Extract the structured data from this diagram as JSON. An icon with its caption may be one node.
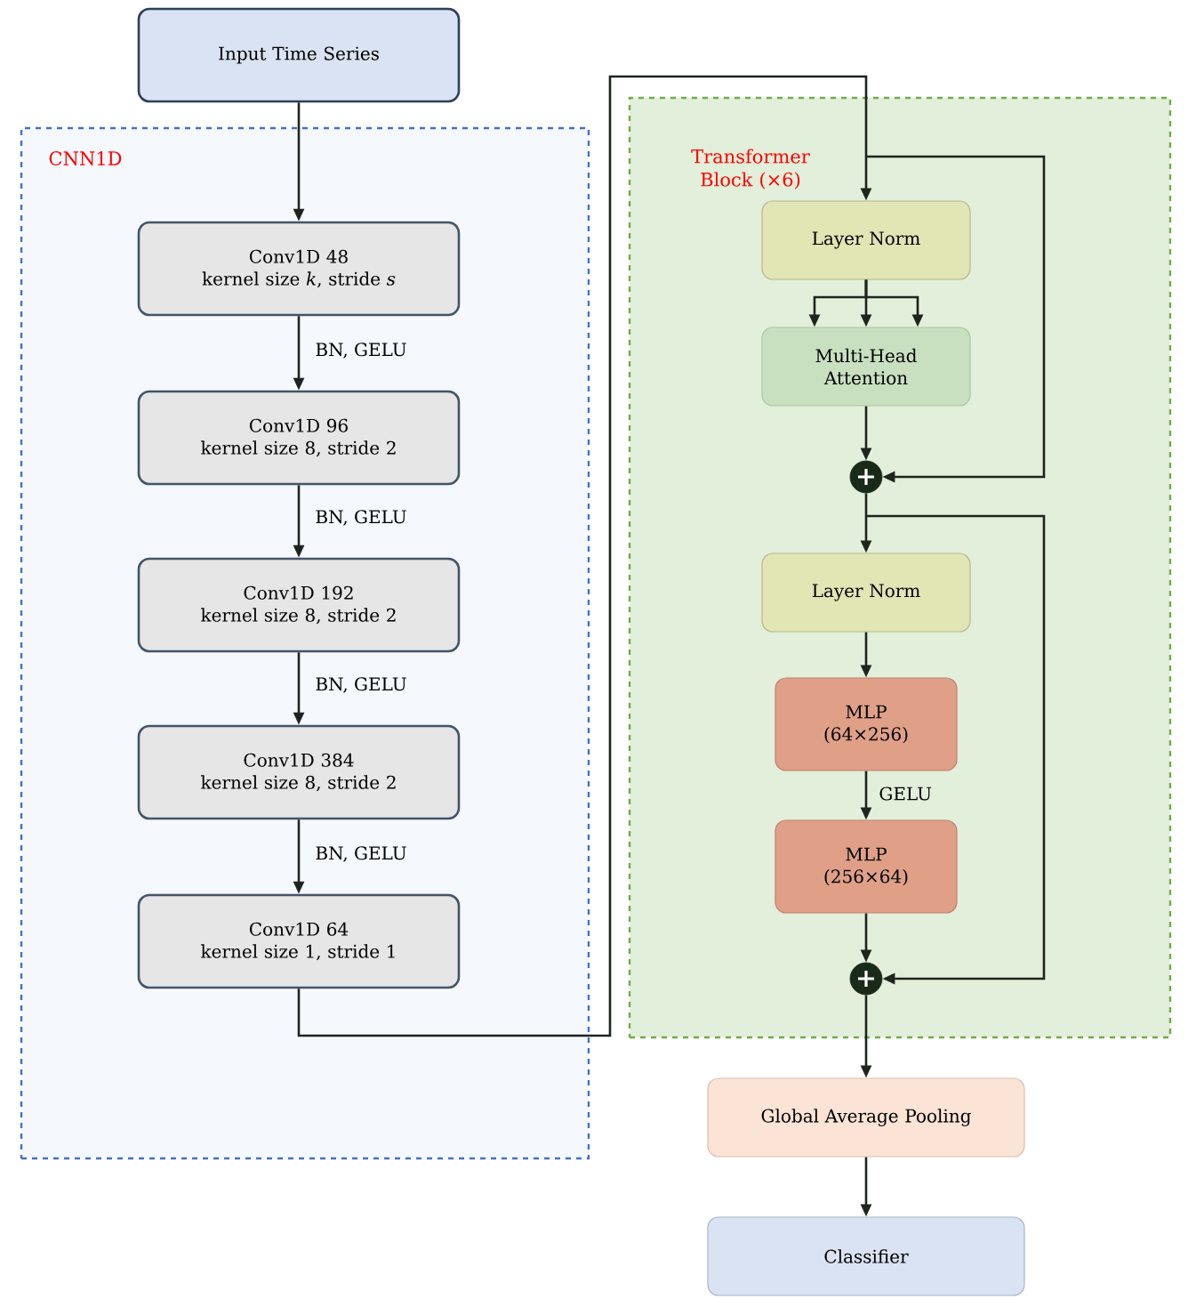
{
  "diagram": {
    "nodes": [
      {
        "text": [
          "Input Time Series"
        ]
      },
      {
        "text": [
          "CNN1D"
        ]
      },
      {
        "text": [
          "Conv1D 48",
          "kernel size *k*, stride *s*"
        ],
        "in": 1
      },
      {
        "text": [
          "Conv1D 96",
          "kernel size 8, stride 2"
        ],
        "in": 1
      },
      {
        "text": [
          "Conv1D 192",
          "kernel size 8, stride 2"
        ],
        "in": 1
      },
      {
        "text": [
          "Conv1D 384",
          "kernel size 8, stride 2"
        ],
        "in": 1
      },
      {
        "text": [
          "Conv1D 64",
          "kernel size 1, stride 1"
        ],
        "in": 1
      },
      {
        "text": [
          "Transformer Block (×6)"
        ]
      },
      {
        "text": [
          "Layer Norm"
        ],
        "in": 7
      },
      {
        "text": [
          "Multi-Head Attention"
        ],
        "in": 7
      },
      {
        "text": [],
        "shape": "circle",
        "in": 7
      },
      {
        "text": [
          "Layer Norm"
        ],
        "in": 7
      },
      {
        "text": [
          "MLP (64×256)"
        ],
        "in": 7
      },
      {
        "text": [
          "MLP (256×64)"
        ],
        "in": 7
      },
      {
        "text": [],
        "shape": "circle",
        "in": 7
      },
      {
        "text": [
          "Global Average Pooling"
        ]
      },
      {
        "text": [
          "Classifier"
        ]
      }
    ],
    "edges": [
      {
        "from": 0,
        "to": 2,
        "arrow": "to"
      },
      {
        "from": 2,
        "to": 3,
        "arrow": "to",
        "label": "BN, GELU"
      },
      {
        "from": 3,
        "to": 4,
        "arrow": "to",
        "label": "BN, GELU"
      },
      {
        "from": 4,
        "to": 5,
        "arrow": "to",
        "label": "BN, GELU"
      },
      {
        "from": 5,
        "to": 6,
        "arrow": "to",
        "label": "BN, GELU"
      },
      {
        "from": 6,
        "to": 8,
        "arrow": "to"
      },
      {
        "from": 6,
        "to": 10,
        "arrow": "to"
      },
      {
        "from": 8,
        "to": 9,
        "arrow": "to"
      },
      {
        "from": 8,
        "to": 9,
        "arrow": "to"
      },
      {
        "from": 8,
        "to": 9,
        "arrow": "to"
      },
      {
        "from": 9,
        "to": 10,
        "arrow": "to"
      },
      {
        "from": 10,
        "to": 11,
        "arrow": "to"
      },
      {
        "from": 10,
        "to": 14,
        "arrow": "to"
      },
      {
        "from": 11,
        "to": 12,
        "arrow": "to"
      },
      {
        "from": 12,
        "to": 13,
        "arrow": "to",
        "label": "GELU"
      },
      {
        "from": 13,
        "to": 14,
        "arrow": "to"
      },
      {
        "from": 14,
        "to": 15,
        "arrow": "to"
      },
      {
        "from": 15,
        "to": 16,
        "arrow": "to"
      }
    ]
  }
}
